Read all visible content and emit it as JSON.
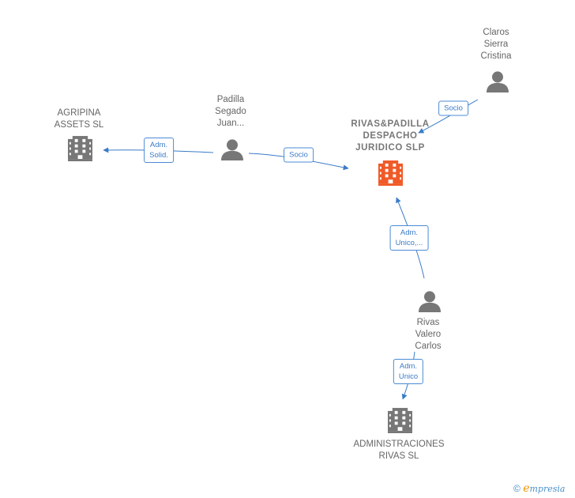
{
  "colors": {
    "main_company": "#f05a28",
    "company": "#777777",
    "person": "#777777",
    "edge": "#3a7bc8"
  },
  "nodes": {
    "rivas_padilla": {
      "label": "RIVAS&PADILLA\nDESPACHO\nJURIDICO  SLP",
      "icon": "building-icon"
    },
    "agripina": {
      "label": "AGRIPINA\nASSETS  SL",
      "icon": "building-icon"
    },
    "administraciones": {
      "label": "ADMINISTRACIONES\nRIVAS SL",
      "icon": "building-icon"
    },
    "padilla": {
      "label": "Padilla\nSegado\nJuan...",
      "icon": "person-icon"
    },
    "claros": {
      "label": "Claros\nSierra\nCristina",
      "icon": "person-icon"
    },
    "rivas_valero": {
      "label": "Rivas\nValero\nCarlos",
      "icon": "person-icon"
    }
  },
  "edges": {
    "padilla_agripina": "Adm.\nSolid.",
    "padilla_rivas": "Socio",
    "claros_rivas": "Socio",
    "rivas_valero_rivas": "Adm.\nUnico,...",
    "rivas_valero_admin": "Adm.\nUnico"
  },
  "footer": {
    "copyright": "©",
    "brand_initial": "e",
    "brand_rest": "mpresia"
  }
}
